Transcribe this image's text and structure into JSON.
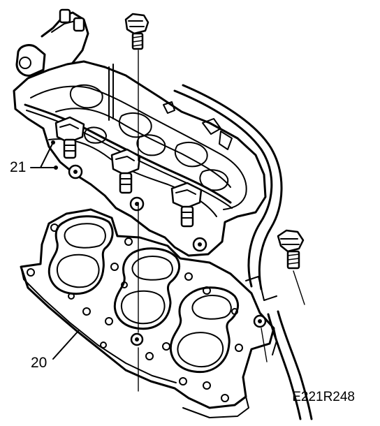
{
  "parts": {
    "fuel_rail_label": "21",
    "intake_manifold_gasket_label": "20"
  },
  "reference_code": "E221R248"
}
